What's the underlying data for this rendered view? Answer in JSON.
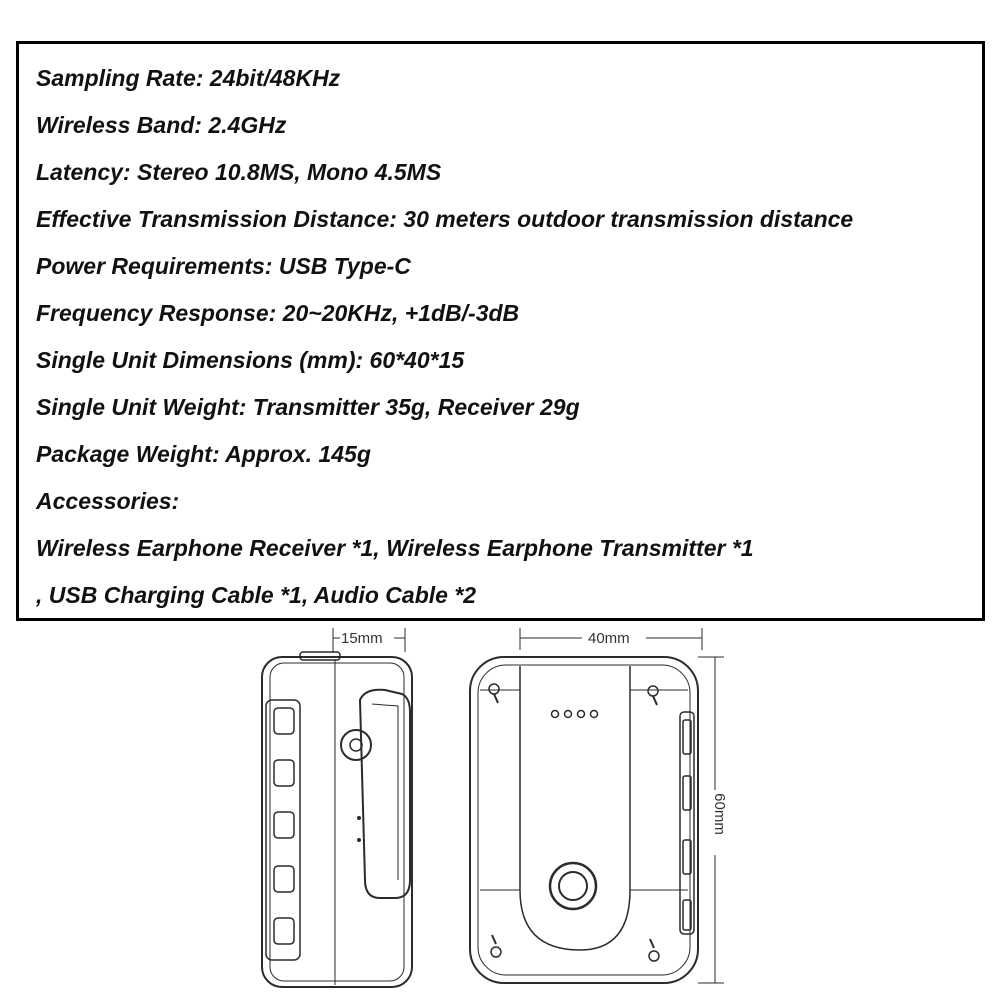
{
  "specs": {
    "lines": [
      "Sampling Rate: 24bit/48KHz",
      "Wireless Band: 2.4GHz",
      "Latency: Stereo 10.8MS, Mono 4.5MS",
      "Effective Transmission Distance: 30 meters outdoor transmission distance",
      "Power Requirements: USB Type-C",
      "Frequency Response: 20~20KHz, +1dB/-3dB",
      "Single Unit Dimensions (mm): 60*40*15",
      "Single Unit Weight: Transmitter 35g, Receiver 29g",
      "Package Weight: Approx. 145g",
      "Accessories:",
      "Wireless Earphone Receiver *1, Wireless Earphone Transmitter *1",
      ", USB Charging Cable *1, Audio Cable *2"
    ]
  },
  "dimensions": {
    "depth": "15mm",
    "width": "40mm",
    "height": "60mm"
  },
  "colors": {
    "border": "#000000",
    "text": "#111111",
    "line_art": "#2b2b2b"
  }
}
